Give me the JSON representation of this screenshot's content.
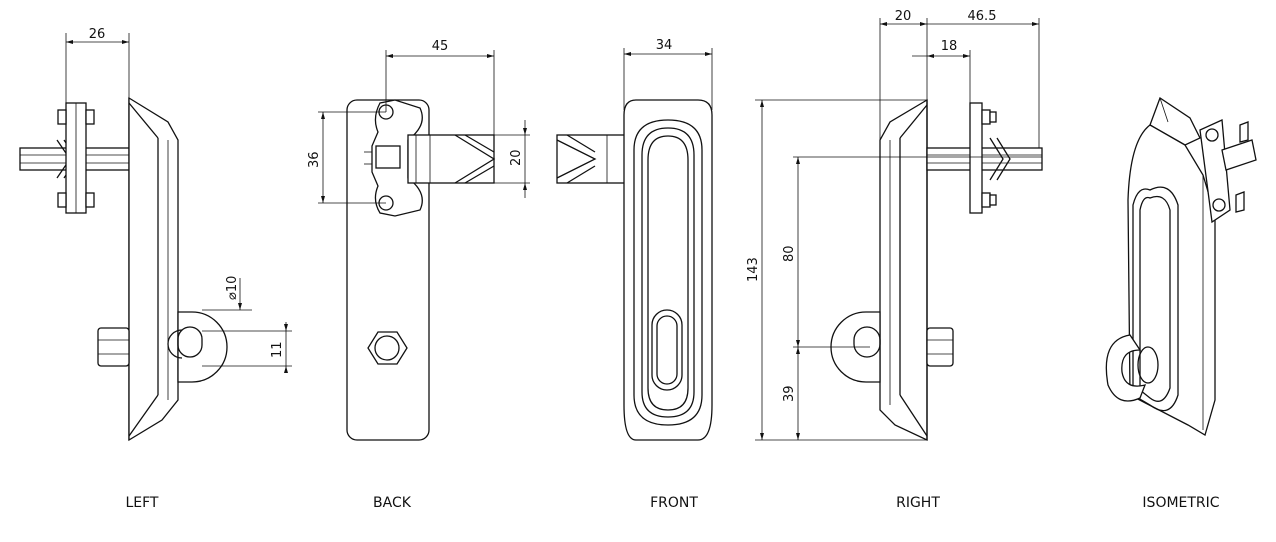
{
  "views": {
    "left": "LEFT",
    "back": "BACK",
    "front": "FRONT",
    "right": "RIGHT",
    "isometric": "ISOMETRIC"
  },
  "dimensions": {
    "left_width": "26",
    "left_hole": "10",
    "left_hole_prefix": "⌀",
    "left_offset": "11",
    "back_width": "45",
    "back_height": "36",
    "back_shaft": "20",
    "front_width": "34",
    "right_depth": "20",
    "right_shaft_length": "46.5",
    "right_inner": "18",
    "right_total_height": "143",
    "right_upper": "80",
    "right_lower": "39"
  }
}
